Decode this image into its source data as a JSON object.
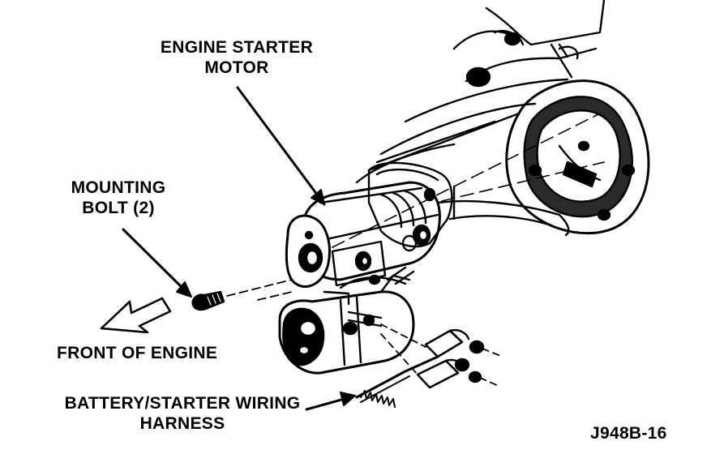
{
  "labels": {
    "starter_line1": "ENGINE STARTER",
    "starter_line2": "MOTOR",
    "bolt_line1": "MOUNTING",
    "bolt_line2": "BOLT (2)",
    "front": "FRONT OF ENGINE",
    "harness_line1": "BATTERY/STARTER WIRING",
    "harness_line2": "HARNESS",
    "code": "J948B-16"
  },
  "colors": {
    "ink": "#000000",
    "paper": "#ffffff",
    "shade": "#2a2a2a"
  }
}
